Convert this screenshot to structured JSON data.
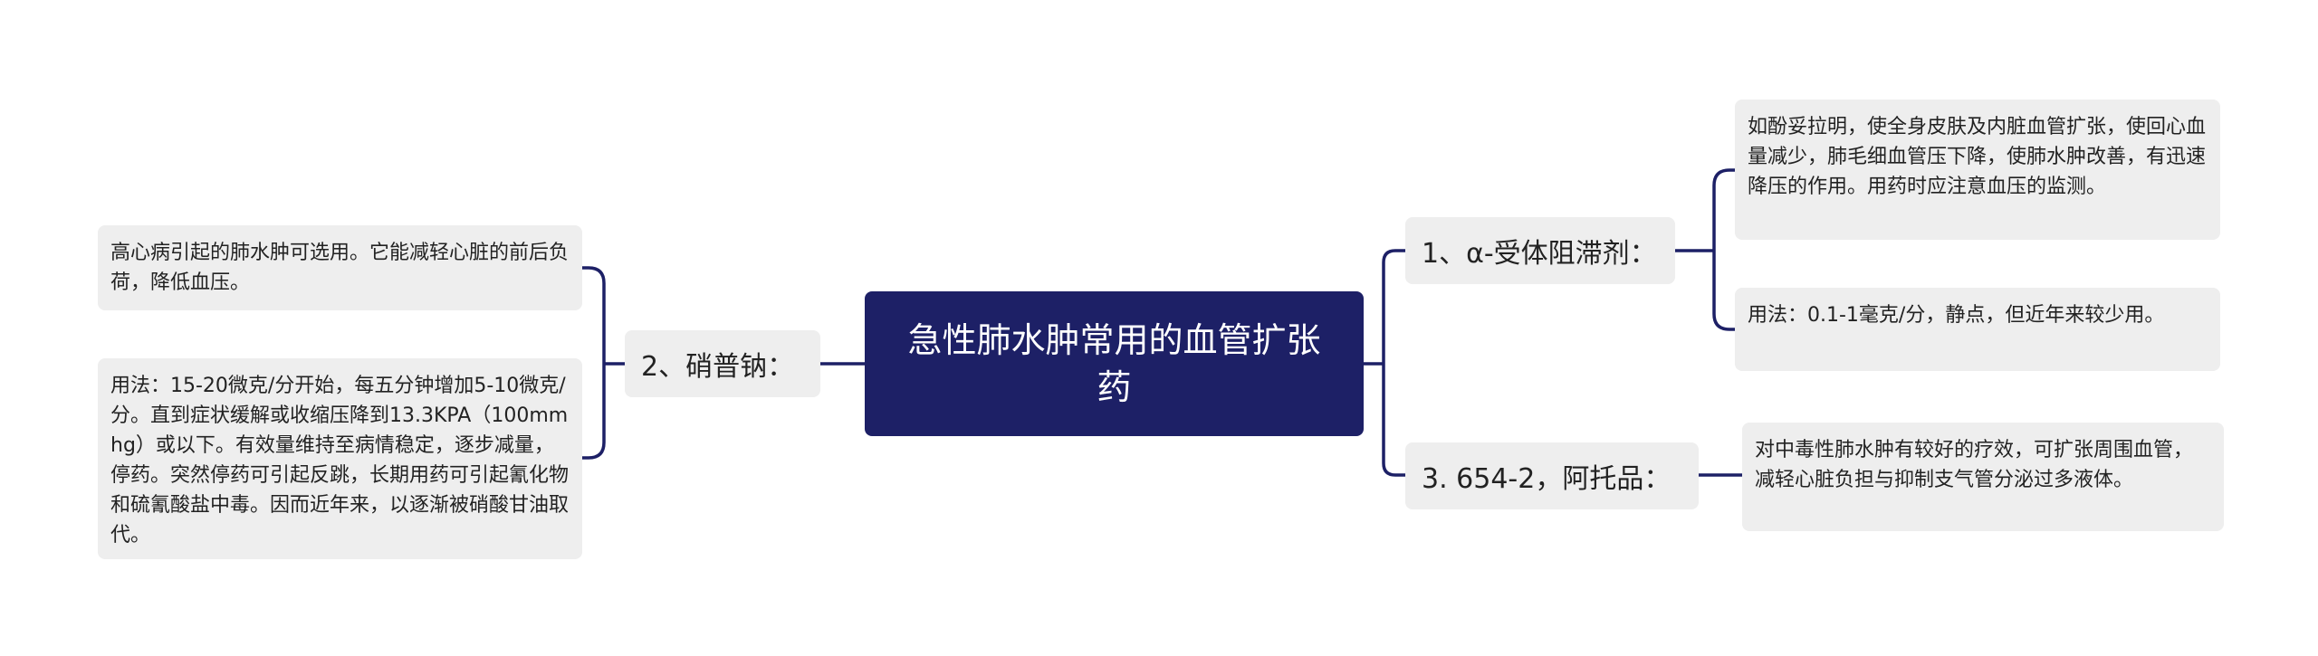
{
  "central_topic": "急性肺水肿常用的血管扩张药",
  "branches": [
    {
      "label": "1、α-受体阻滞剂：",
      "details": [
        "如酚妥拉明，使全身皮肤及内脏血管扩张，使回心血量减少，肺毛细血管压下降，使肺水肿改善，有迅速降压的作用。用药时应注意血压的监测。",
        "用法：0.1-1毫克/分，静点，但近年来较少用。"
      ]
    },
    {
      "label": "2、硝普钠：",
      "details": [
        "高心病引起的肺水肿可选用。它能减轻心脏的前后负荷，降低血压。",
        "用法：15-20微克/分开始，每五分钟增加5-10微克/分。直到症状缓解或收缩压降到13.3KPA（100mmhg）或以下。有效量维持至病情稳定，逐步减量，停药。突然停药可引起反跳，长期用药可引起氰化物和硫氰酸盐中毒。因而近年来，以逐渐被硝酸甘油取代。"
      ]
    },
    {
      "label": "3. 654-2，阿托品：",
      "details": [
        "对中毒性肺水肿有较好的疗效，可扩张周围血管，减轻心脏负担与抑制支气管分泌过多液体。"
      ]
    }
  ],
  "colors": {
    "central_bg": "#1d2066",
    "central_text": "#ffffff",
    "node_bg": "#eeeeee",
    "node_text": "#222222",
    "connector": "#1d2066"
  }
}
